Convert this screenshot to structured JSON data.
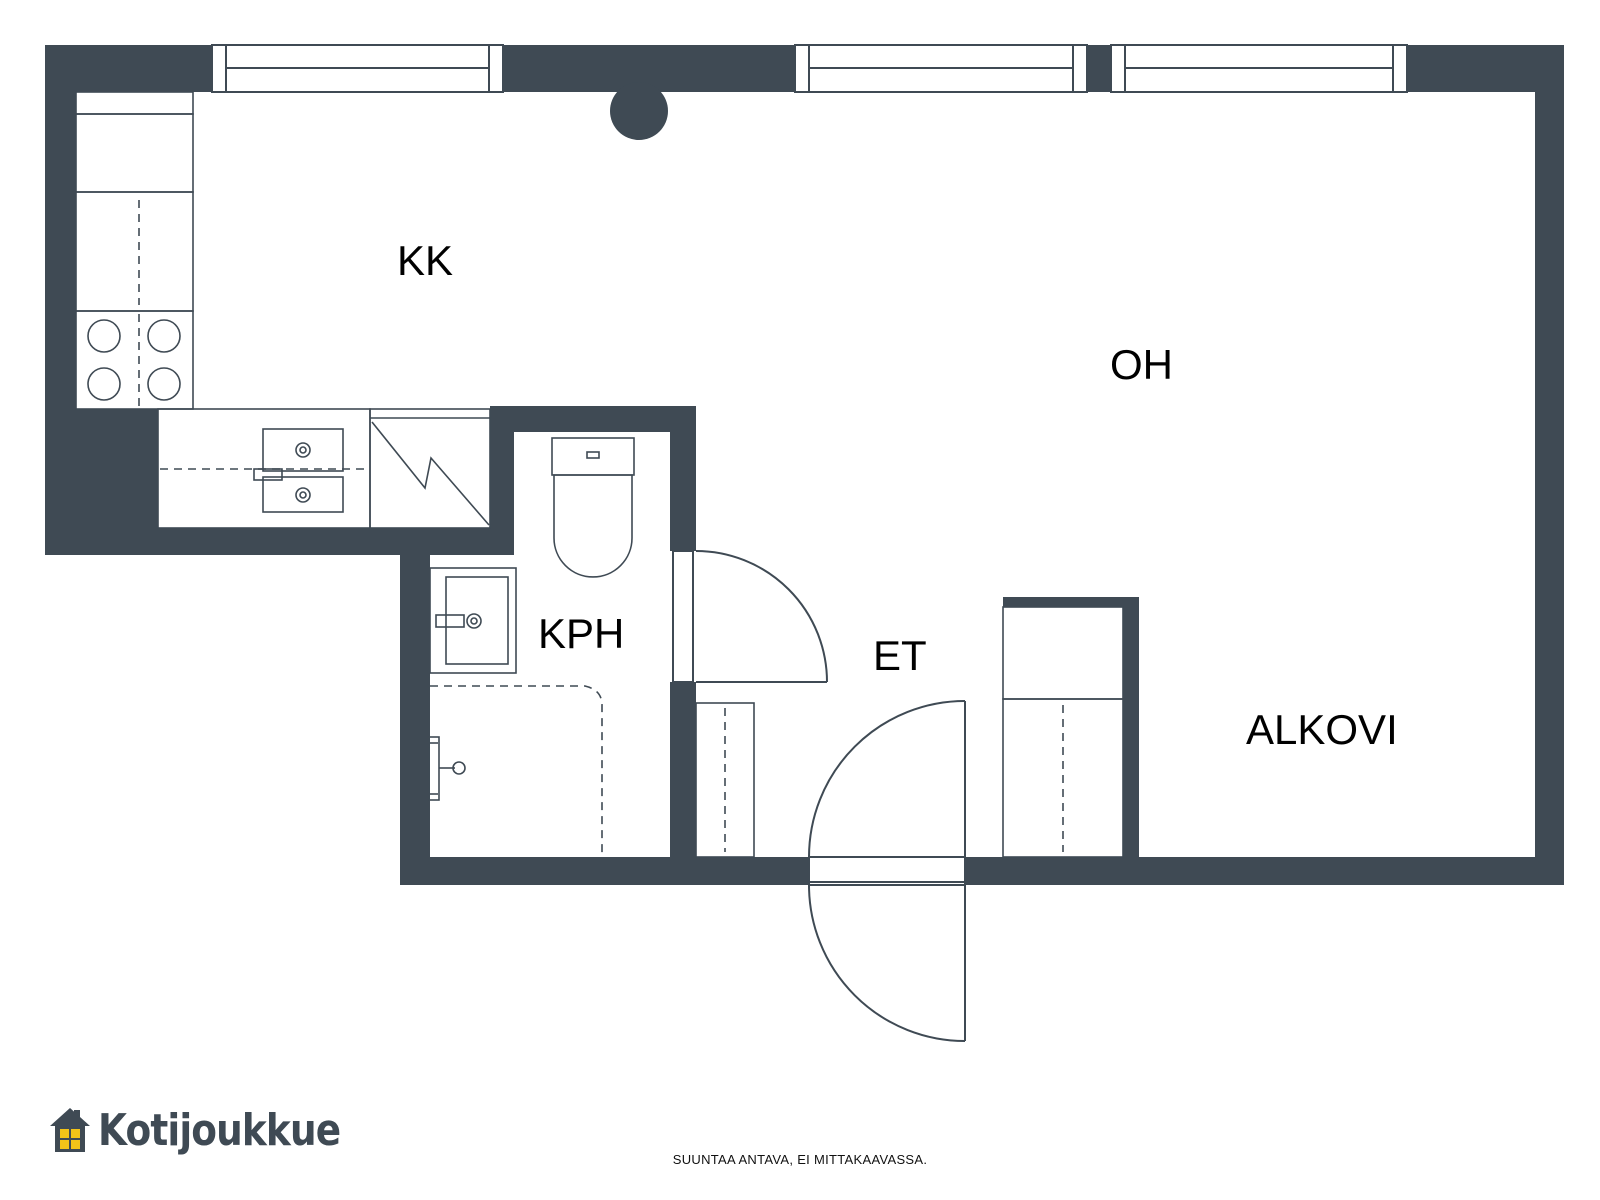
{
  "rooms": {
    "kitchen": "KK",
    "living_room": "OH",
    "bathroom": "KPH",
    "hallway": "ET",
    "alcove": "ALKOVI"
  },
  "footer": {
    "note": "SUUNTAA ANTAVA, EI MITTAKAAVASSA.",
    "brand": "Kotijoukkue"
  },
  "colors": {
    "wall": "#3f4a54",
    "logo_window": "#f2c318"
  }
}
